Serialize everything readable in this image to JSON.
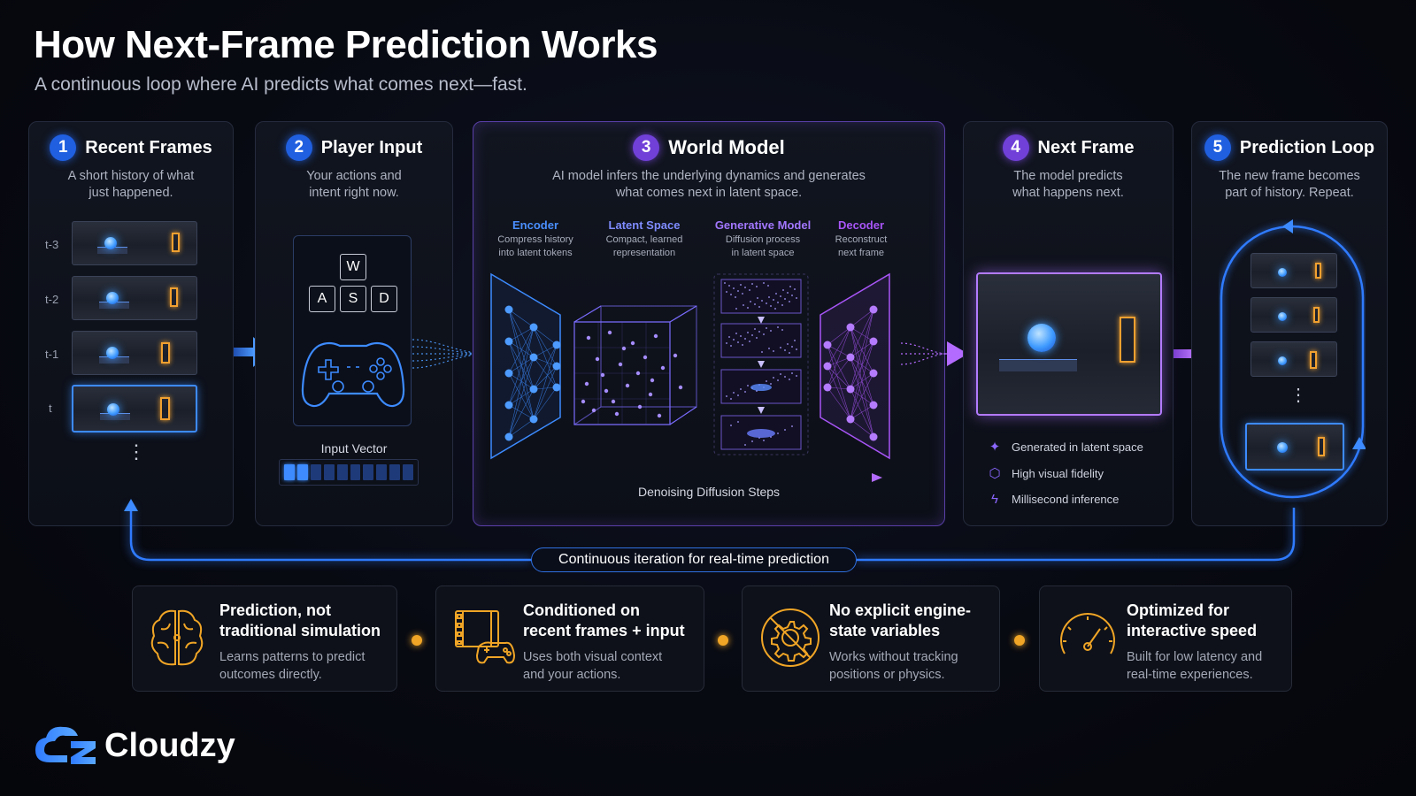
{
  "header": {
    "title": "How Next-Frame Prediction Works",
    "subtitle": "A continuous loop where AI predicts what comes next—fast."
  },
  "steps": [
    {
      "num": "1",
      "title": "Recent Frames",
      "desc": "A short history of what\njust happened."
    },
    {
      "num": "2",
      "title": "Player Input",
      "desc": "Your actions and\nintent right now."
    },
    {
      "num": "3",
      "title": "World Model",
      "desc": "AI model infers the underlying dynamics and generates\nwhat comes next in latent space."
    },
    {
      "num": "4",
      "title": "Next Frame",
      "desc": "The model predicts\nwhat happens next."
    },
    {
      "num": "5",
      "title": "Prediction Loop",
      "desc": "The new frame becomes\npart of history. Repeat."
    }
  ],
  "recent_frames": {
    "labels": [
      "t-3",
      "t-2",
      "t-1",
      "t"
    ],
    "more": "⋮"
  },
  "player_input": {
    "keys": [
      "W",
      "A",
      "S",
      "D"
    ],
    "vector_label": "Input Vector",
    "vector_fill": 0.2
  },
  "world_model": {
    "stages": [
      {
        "label": "Encoder",
        "desc": "Compress history\ninto latent tokens",
        "color": "#4a8fff"
      },
      {
        "label": "Latent Space",
        "desc": "Compact, learned\nrepresentation",
        "color": "#7f8cff"
      },
      {
        "label": "Generative Model",
        "desc": "Diffusion process\nin latent space",
        "color": "#a277ff"
      },
      {
        "label": "Decoder",
        "desc": "Reconstruct\nnext frame",
        "color": "#a855f7"
      }
    ],
    "diffusion_label": "Denoising Diffusion Steps"
  },
  "next_frame": {
    "features": [
      {
        "icon": "sparkle-icon",
        "text": "Generated in latent space"
      },
      {
        "icon": "cube-icon",
        "text": "High visual fidelity"
      },
      {
        "icon": "lightning-icon",
        "text": "Millisecond inference"
      }
    ]
  },
  "loop": {
    "more": "⋮",
    "band_label": "Continuous iteration for real-time prediction"
  },
  "cards": [
    {
      "icon": "brain-icon",
      "title": "Prediction, not\ntraditional simulation",
      "desc": "Learns patterns to predict\noutcomes directly."
    },
    {
      "icon": "film-gamepad-icon",
      "title": "Conditioned on\nrecent frames + input",
      "desc": "Uses both visual context\nand your actions."
    },
    {
      "icon": "no-gear-icon",
      "title": "No explicit engine-\nstate variables",
      "desc": "Works without tracking\npositions or physics."
    },
    {
      "icon": "speedometer-icon",
      "title": "Optimized for\ninteractive speed",
      "desc": "Built for low latency and\nreal-time experiences."
    }
  ],
  "brand": {
    "name": "Cloudzy"
  },
  "colors": {
    "blue": "#3d8bff",
    "purple": "#8a5cff",
    "orange": "#f0a526"
  }
}
